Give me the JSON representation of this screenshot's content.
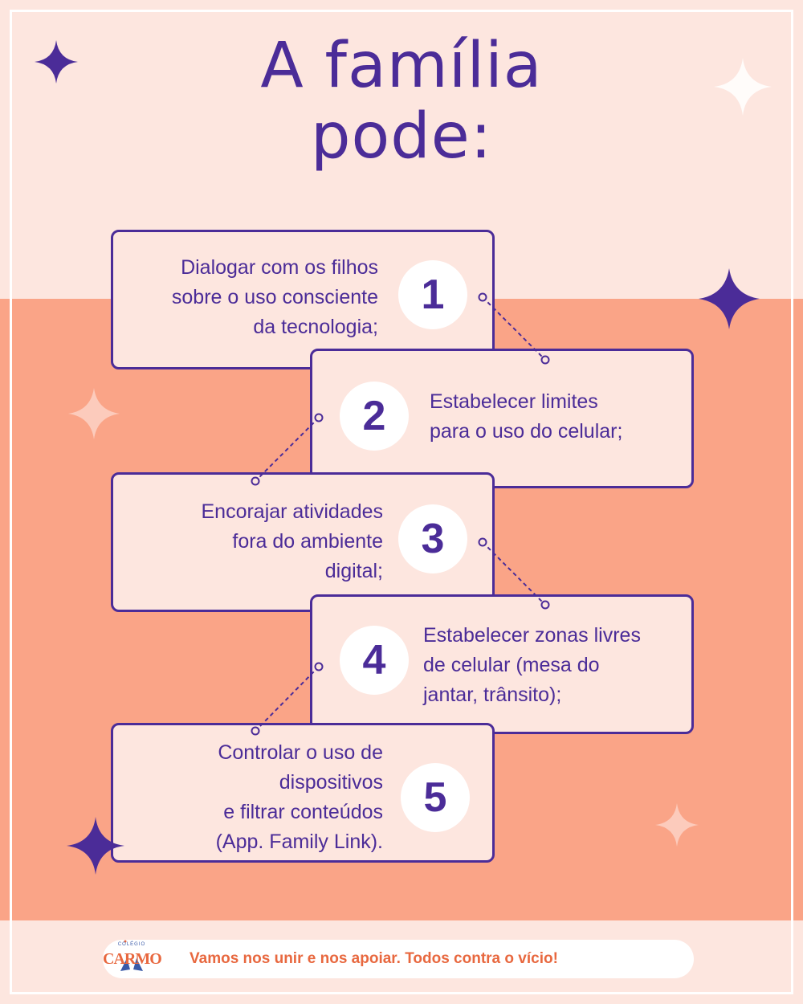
{
  "title": {
    "line1": "A família",
    "line2": "pode:"
  },
  "items": [
    {
      "number": "1",
      "lines": [
        "Dialogar com os filhos",
        "sobre o uso consciente",
        "da tecnologia;"
      ]
    },
    {
      "number": "2",
      "lines": [
        "Estabelecer limites",
        "para o uso do celular;"
      ]
    },
    {
      "number": "3",
      "lines": [
        "Encorajar atividades",
        "fora do ambiente",
        "digital;"
      ]
    },
    {
      "number": "4",
      "lines": [
        "Estabelecer zonas livres",
        "de celular (mesa do",
        "jantar, trânsito);"
      ]
    },
    {
      "number": "5",
      "lines": [
        "Controlar o uso de",
        "dispositivos",
        "e filtrar conteúdos",
        "(App. Family Link)."
      ]
    }
  ],
  "footer": {
    "text": "Vamos nos unir e nos apoiar. Todos contra o vício!",
    "logo_name": "CARMO",
    "logo_top": "COLÉGIO"
  },
  "colors": {
    "primary": "#4b2c98",
    "light_bg": "#fde6df",
    "salmon_bg": "#faa487",
    "footer_text": "#e8683f"
  },
  "icons": [
    "sparkle-icon",
    "connector-dashed-line"
  ]
}
